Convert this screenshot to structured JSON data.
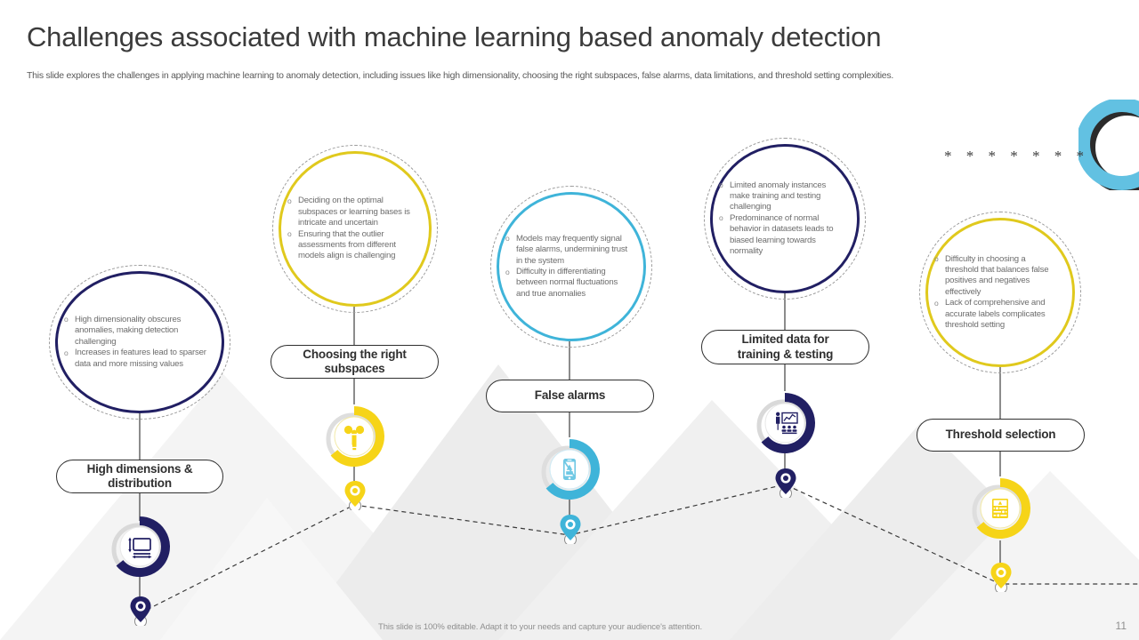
{
  "header": {
    "title": "Challenges associated with machine learning based anomaly detection",
    "subtitle": "This slide explores the challenges in applying machine learning to anomaly detection, including issues like high dimensionality, choosing the right subspaces, false alarms, data limitations, and threshold setting complexities."
  },
  "decoration": {
    "asterisks": "* * * * * * *",
    "ring_color": "#62c1e2",
    "ring_shadow_color": "#2b2b2b"
  },
  "palette": {
    "navy": "#211f63",
    "yellow": "#f6d418",
    "cyan": "#3fb4d9",
    "text_gray": "#6d6d6d",
    "line_dark": "#2f2f2f",
    "mountain_light": "#f2f2f2",
    "mountain_dark": "#e4e4e4"
  },
  "steps": [
    {
      "id": "high-dimensions",
      "color": "#211f63",
      "label": "High dimensions & distribution",
      "label_lines": [
        "High dimensions &",
        "distribution"
      ],
      "icon": "monitor-dimensions-icon",
      "bullets": [
        "High dimensionality obscures anomalies, making detection challenging",
        "Increases in features lead to sparser data and more missing values"
      ]
    },
    {
      "id": "choosing-subspaces",
      "color": "#f6d418",
      "label": "Choosing the right subspaces",
      "label_lines": [
        "Choosing the right",
        "subspaces"
      ],
      "icon": "thumbs-choice-icon",
      "bullets": [
        "Deciding on the optimal subspaces or learning bases is intricate and uncertain",
        "Ensuring that the outlier assessments from different models align is challenging"
      ]
    },
    {
      "id": "false-alarms",
      "color": "#3fb4d9",
      "label": "False alarms",
      "label_lines": [
        "False alarms"
      ],
      "icon": "phone-alert-off-icon",
      "bullets": [
        "Models may frequently signal false alarms, undermining trust in the system",
        "Difficulty in differentiating between normal fluctuations and true anomalies"
      ]
    },
    {
      "id": "limited-data",
      "color": "#211f63",
      "label": "Limited data for training & testing",
      "label_lines": [
        "Limited data for",
        "training & testing"
      ],
      "icon": "training-presentation-icon",
      "bullets": [
        "Limited anomaly instances make training and testing challenging",
        "Predominance of normal behavior in datasets leads to biased learning towards normality"
      ]
    },
    {
      "id": "threshold-selection",
      "color": "#f6d418",
      "label": "Threshold selection",
      "label_lines": [
        "Threshold selection"
      ],
      "icon": "settings-sliders-icon",
      "bullets": [
        "Difficulty in choosing a threshold that balances false positives and negatives effectively",
        "Lack of comprehensive and accurate labels complicates threshold setting"
      ]
    }
  ],
  "footer": {
    "note": "This slide is 100% editable. Adapt it to your needs and capture your audience's attention.",
    "page_number": "11"
  }
}
